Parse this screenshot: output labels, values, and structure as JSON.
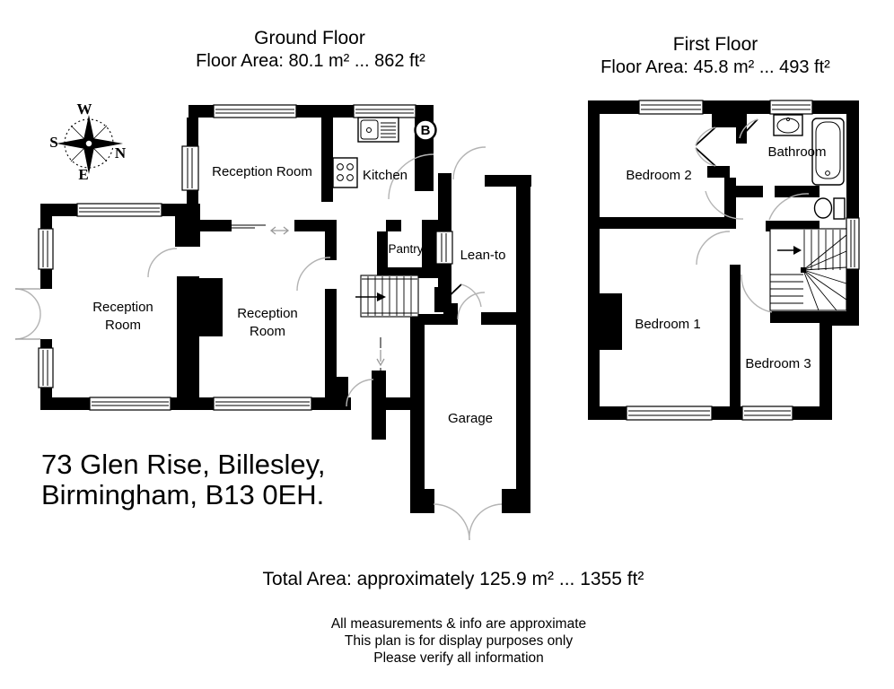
{
  "page": {
    "ground_floor": {
      "title": "Ground Floor",
      "area": "Floor Area: 80.1 m² ... 862 ft²",
      "rooms": {
        "reception_top": "Reception Room",
        "kitchen": "Kitchen",
        "pantry": "Pantry",
        "lean_to": "Lean-to",
        "reception_left": [
          "Reception",
          "Room"
        ],
        "reception_middle": [
          "Reception",
          "Room"
        ],
        "garage": "Garage",
        "boiler_label": "B"
      }
    },
    "first_floor": {
      "title": "First Floor",
      "area": "Floor Area: 45.8 m² ... 493 ft²",
      "rooms": {
        "bedroom1": "Bedroom 1",
        "bedroom2": "Bedroom 2",
        "bedroom3": "Bedroom 3",
        "bathroom": "Bathroom"
      }
    },
    "compass": {
      "north": "N",
      "south": "S",
      "east": "E",
      "west": "W"
    },
    "address_line1": "73 Glen Rise, Billesley,",
    "address_line2": "Birmingham, B13 0EH.",
    "total_area": "Total Area: approximately 125.9 m² ... 1355 ft²",
    "disclaimer": [
      "All measurements & info are approximate",
      "This plan is for display purposes only",
      "Please verify all information"
    ],
    "colors": {
      "ink": "#000000",
      "door_arc": "#b3b3b3"
    }
  }
}
